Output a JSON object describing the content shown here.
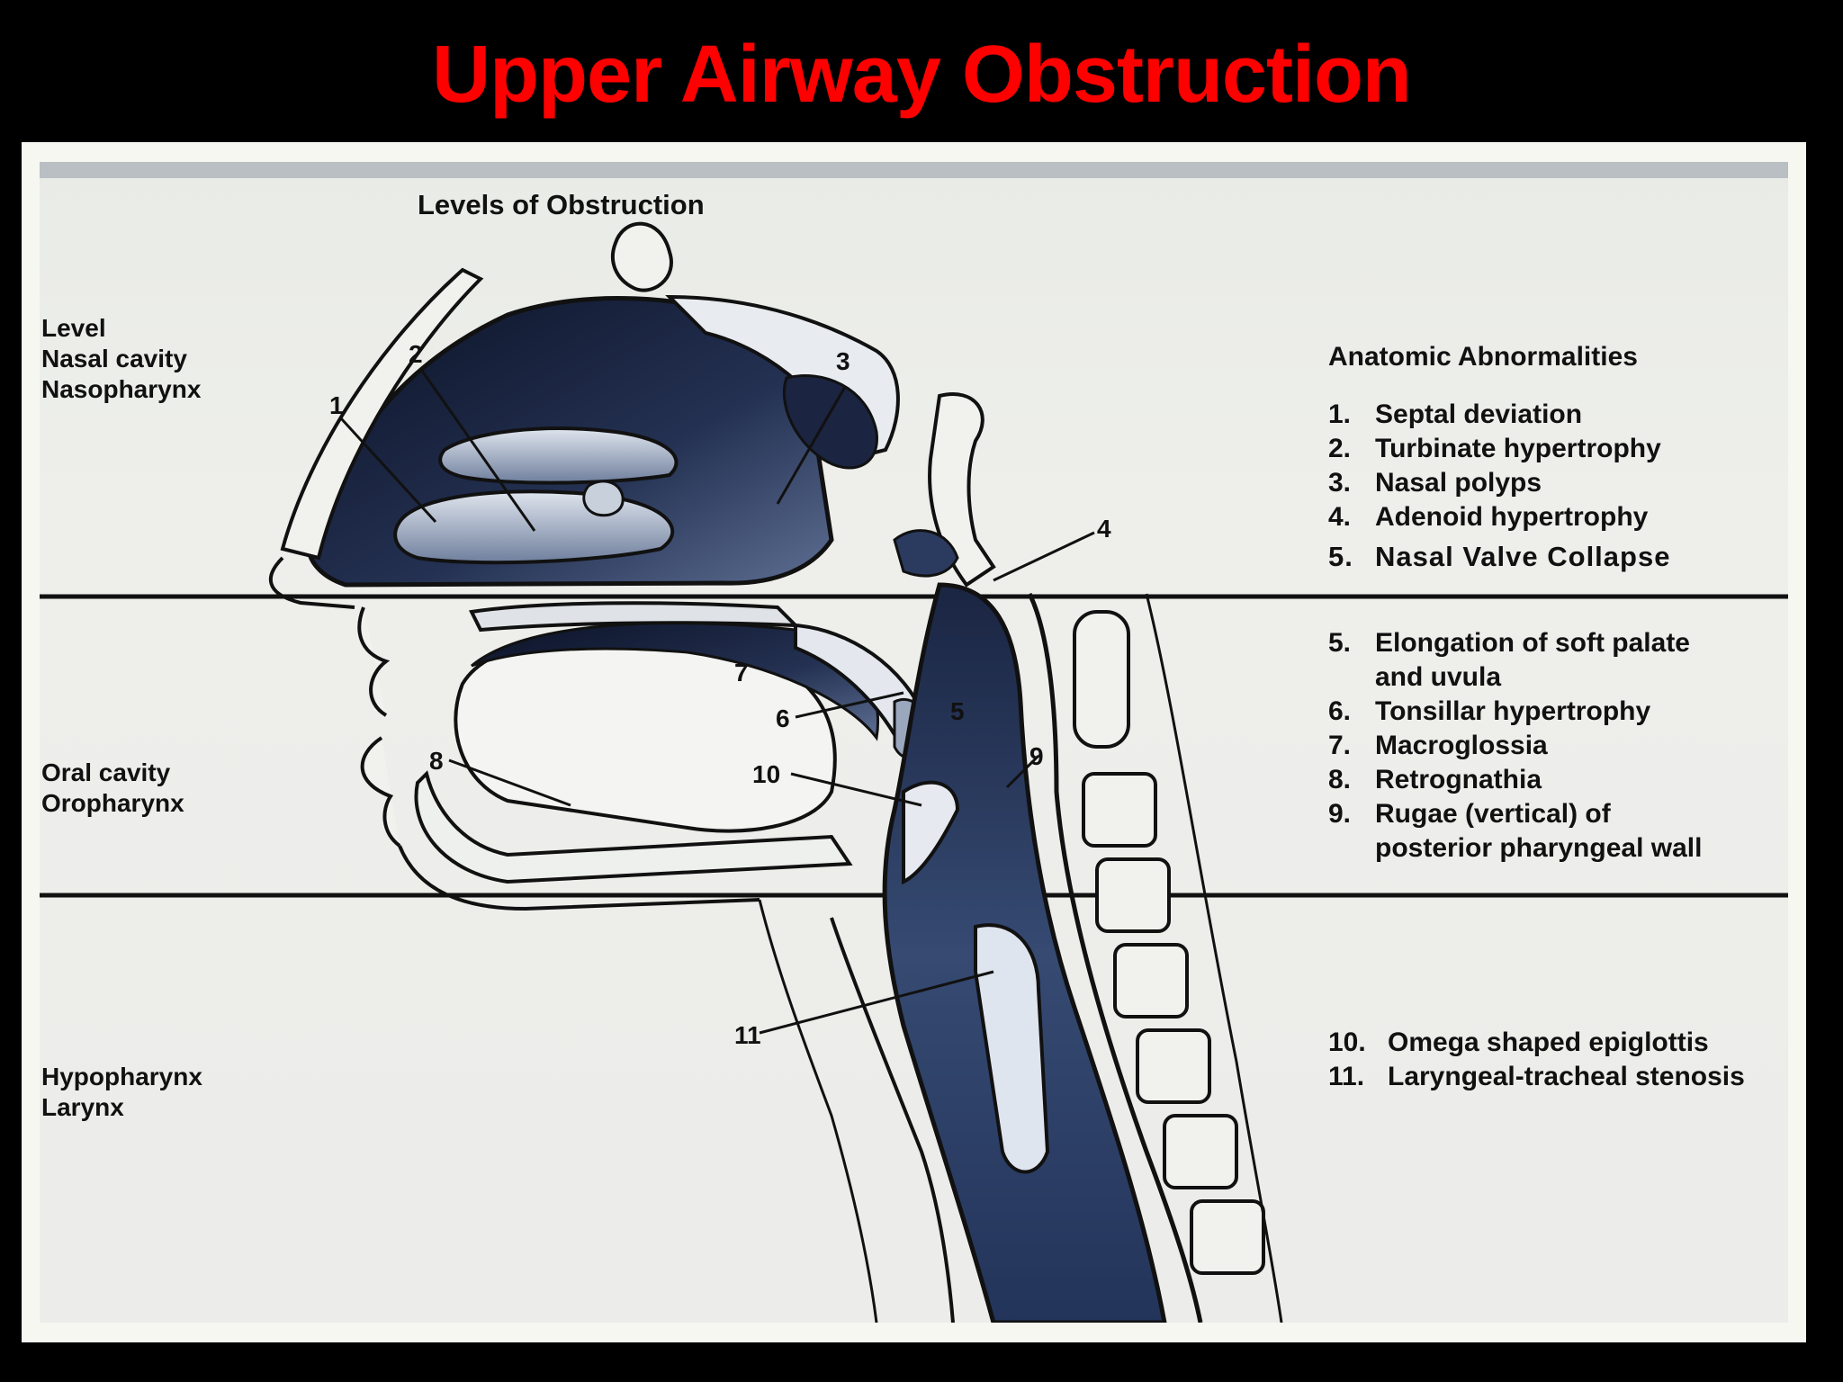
{
  "title": "Upper Airway Obstruction",
  "diagram": {
    "heading": "Levels of Obstruction",
    "level_groups": [
      {
        "lines": [
          "Level",
          "Nasal cavity",
          "Nasopharynx"
        ]
      },
      {
        "lines": [
          "Oral cavity",
          "Oropharynx"
        ]
      },
      {
        "lines": [
          "Hypopharynx",
          "Larynx"
        ]
      }
    ],
    "abnormalities_heading": "Anatomic Abnormalities",
    "abnormality_groups": [
      [
        {
          "num": "1.",
          "text": "Septal deviation"
        },
        {
          "num": "2.",
          "text": "Turbinate hypertrophy"
        },
        {
          "num": "3.",
          "text": "Nasal polyps"
        },
        {
          "num": "4.",
          "text": "Adenoid hypertrophy"
        },
        {
          "num": "5.",
          "text": "Nasal Valve Collapse"
        }
      ],
      [
        {
          "num": "5.",
          "text": "Elongation of soft palate"
        },
        {
          "num": "",
          "text": "and uvula"
        },
        {
          "num": "6.",
          "text": "Tonsillar hypertrophy"
        },
        {
          "num": "7.",
          "text": "Macroglossia"
        },
        {
          "num": "8.",
          "text": "Retrognathia"
        },
        {
          "num": "9.",
          "text": "Rugae (vertical) of"
        },
        {
          "num": "",
          "text": "posterior pharyngeal wall"
        }
      ],
      [
        {
          "num": "10.",
          "text": "Omega shaped epiglottis"
        },
        {
          "num": "11.",
          "text": "Laryngeal-tracheal stenosis"
        }
      ]
    ],
    "callouts": [
      "1",
      "2",
      "3",
      "4",
      "5",
      "6",
      "7",
      "8",
      "9",
      "10",
      "11"
    ]
  }
}
